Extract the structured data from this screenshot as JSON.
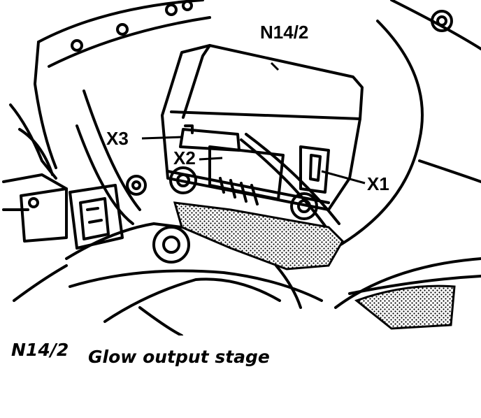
{
  "labels": {
    "module": "N14/2",
    "x1": "X1",
    "x2": "X2",
    "x3": "X3"
  },
  "caption": {
    "code": "N14/2",
    "description": "Glow output stage"
  }
}
